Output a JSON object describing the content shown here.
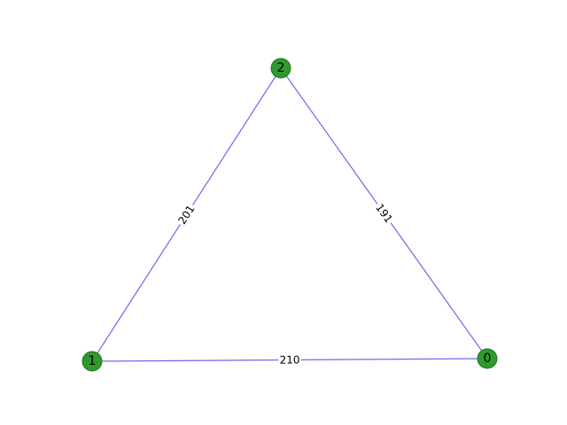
{
  "colors": {
    "edge": "#6a6af0",
    "node_fill": "#2e9a2e",
    "node_stroke": "#1f7a1f",
    "label": "#000000"
  },
  "nodes": [
    {
      "id": "0",
      "label": "0"
    },
    {
      "id": "1",
      "label": "1"
    },
    {
      "id": "2",
      "label": "2"
    }
  ],
  "edges": [
    {
      "source": "1",
      "target": "0",
      "label": "210"
    },
    {
      "source": "1",
      "target": "2",
      "label": "201"
    },
    {
      "source": "2",
      "target": "0",
      "label": "191"
    }
  ]
}
